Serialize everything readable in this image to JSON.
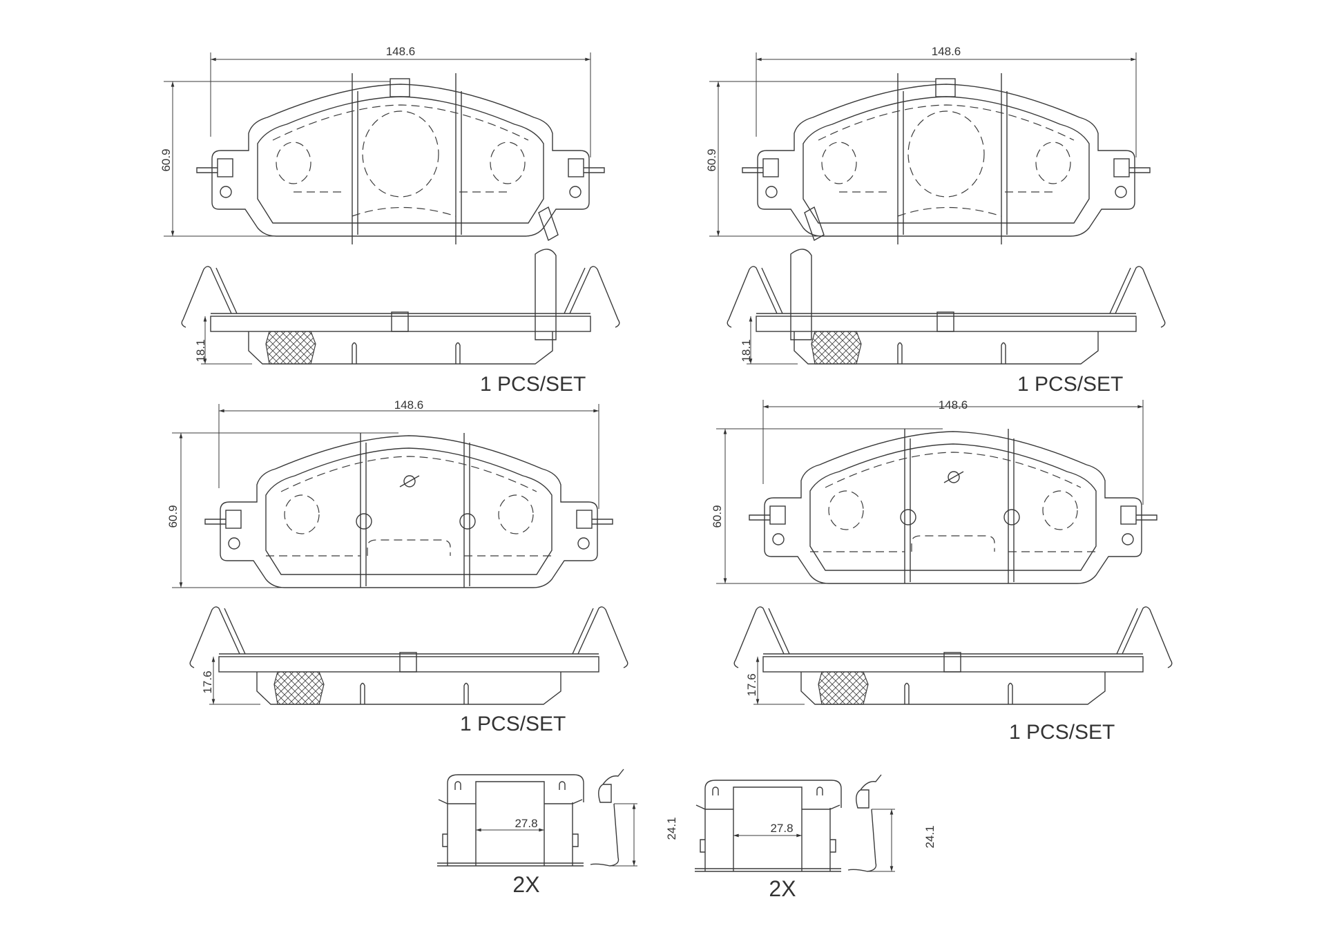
{
  "pads": [
    {
      "width_label": "148.6",
      "height_label": "60.9",
      "thickness_label": "18.1",
      "quantity": "1  PCS/SET"
    },
    {
      "width_label": "148.6",
      "height_label": "60.9",
      "thickness_label": "18.1",
      "quantity": "1  PCS/SET"
    },
    {
      "width_label": "148.6",
      "height_label": "60.9",
      "thickness_label": "17.6",
      "quantity": "1  PCS/SET"
    },
    {
      "width_label": "148.6",
      "height_label": "60.9",
      "thickness_label": "17.6",
      "quantity": "1  PCS/SET"
    }
  ],
  "clips": [
    {
      "gap_label": "27.8",
      "height_label": "24.1",
      "quantity": "2X"
    },
    {
      "gap_label": "27.8",
      "height_label": "24.1",
      "quantity": "2X"
    }
  ],
  "colors": {
    "line": "#3a3a3a",
    "background": "#ffffff"
  }
}
